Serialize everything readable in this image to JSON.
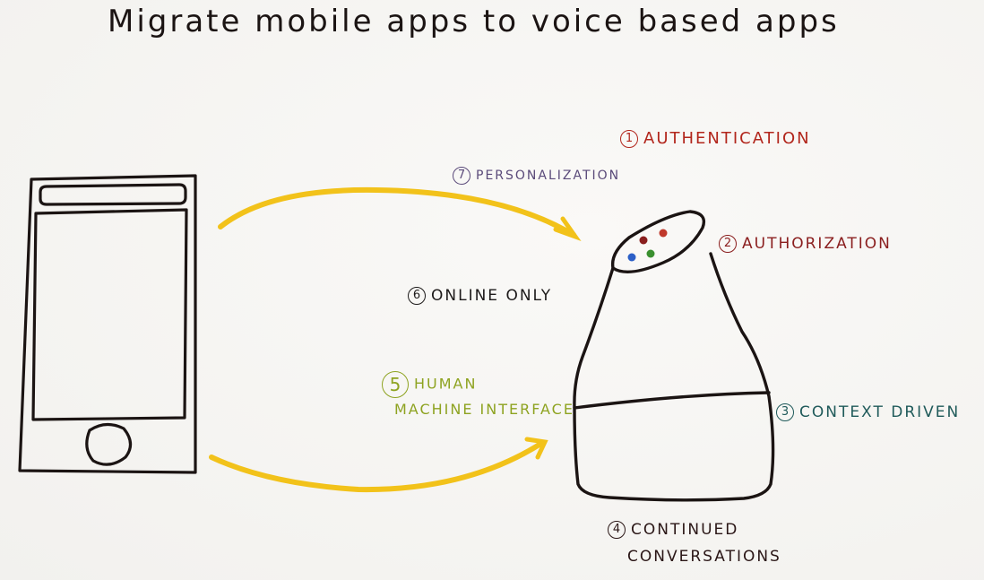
{
  "title": "Migrate mobile apps to voice based apps",
  "labels": {
    "authentication": {
      "num": "1",
      "text": "AUTHENTICATION"
    },
    "authorization": {
      "num": "2",
      "text": "AUTHORIZATION"
    },
    "context": {
      "num": "3",
      "text": "CONTEXT DRIVEN"
    },
    "continued_line1": "CONTINUED",
    "continued_line2": "CONVERSATIONS",
    "continued_num": "4",
    "human_line1": "HUMAN",
    "human_line2": "MACHINE INTERFACE",
    "human_num": "5",
    "online": {
      "num": "6",
      "text": "ONLINE ONLY"
    },
    "personalization": {
      "num": "7",
      "text": "PERSONALIZATION"
    }
  },
  "colors": {
    "ink": "#1b1413",
    "arrow": "#f2c21a",
    "light_red": "#c0392b",
    "light_blue": "#2c5fc7",
    "light_green": "#3a8f2f",
    "light_maroon": "#8a1e1e"
  },
  "icons": [
    "smartphone-icon",
    "voice-speaker-icon",
    "arrow-icon"
  ]
}
